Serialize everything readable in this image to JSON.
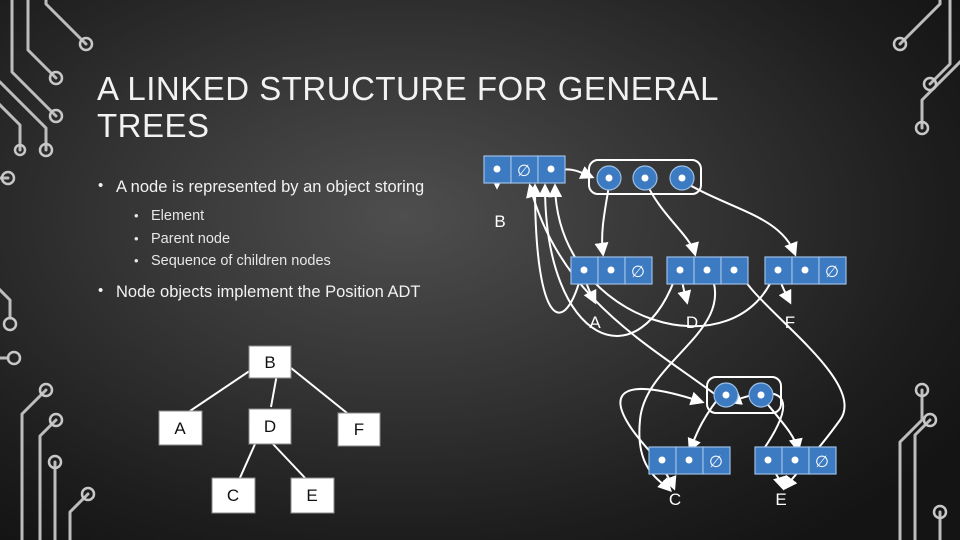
{
  "title": "A LINKED STRUCTURE FOR GENERAL TREES",
  "bullets": [
    {
      "text": "A node is represented by an object storing",
      "sub": [
        "Element",
        "Parent node",
        "Sequence of children nodes"
      ]
    },
    {
      "text": "Node objects implement the Position ADT",
      "sub": []
    }
  ],
  "tree": {
    "root": "B",
    "level1": [
      "A",
      "D",
      "F"
    ],
    "level2": [
      "C",
      "E"
    ]
  },
  "linked": {
    "root_element": "B",
    "children": [
      "A",
      "D",
      "F"
    ],
    "grandchildren": [
      "C",
      "E"
    ],
    "null_symbol": "∅"
  },
  "colors": {
    "box_fill": "#3c7ac2",
    "box_stroke": "#9bbfe6",
    "line": "#ffffff"
  }
}
